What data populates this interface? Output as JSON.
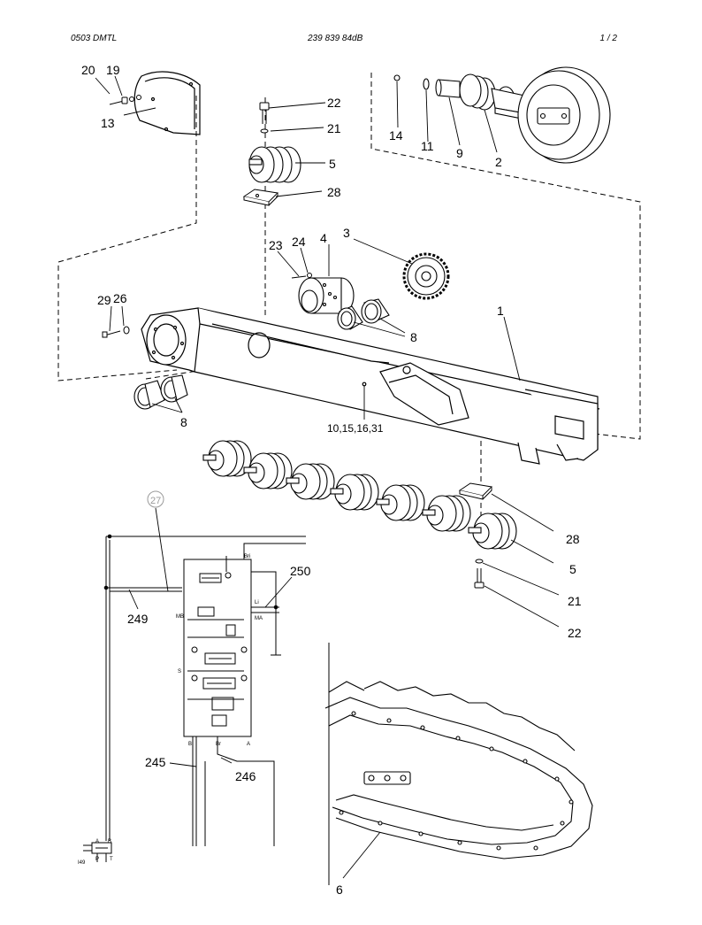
{
  "header": {
    "left": "0503 DMTL",
    "center": "239 839 84dB",
    "right": "1  /  2"
  },
  "callouts": {
    "c20": "20",
    "c19": "19",
    "c13": "13",
    "c22a": "22",
    "c21a": "21",
    "c5a": "5",
    "c28a": "28",
    "c14": "14",
    "c11": "11",
    "c9": "9",
    "c2": "2",
    "c23": "23",
    "c24": "24",
    "c4": "4",
    "c3": "3",
    "c29": "29",
    "c26": "26",
    "c8a": "8",
    "c8b": "8",
    "c1": "1",
    "c10": "10,15,16,31",
    "c27": "27",
    "c28b": "28",
    "c5b": "5",
    "c21b": "21",
    "c22b": "22",
    "c250": "250",
    "c249": "249",
    "c245": "245",
    "c246": "246",
    "c6": "6"
  },
  "schematic": {
    "port_b": "B",
    "port_br": "Br",
    "port_a": "A",
    "port_bri": "Bri",
    "port_li": "Li",
    "port_ma": "MA",
    "port_mb": "MB",
    "port_s": "S",
    "valve_a": "A",
    "valve_b": "B",
    "valve_p": "P",
    "valve_t": "T",
    "valve_id": "I49"
  }
}
